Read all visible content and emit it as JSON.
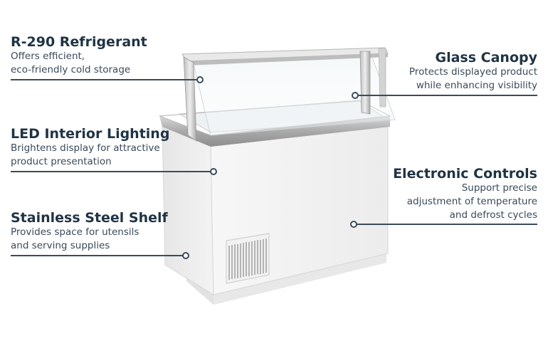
{
  "callouts": {
    "refrigerant": {
      "title": "R-290 Refrigerant",
      "desc": [
        "Offers efficient,",
        "eco-friendly cold storage"
      ]
    },
    "lighting": {
      "title": "LED Interior Lighting",
      "desc": [
        "Brightens display for attractive",
        "product presentation"
      ]
    },
    "shelf": {
      "title": "Stainless Steel Shelf",
      "desc": [
        "Provides space for utensils",
        "and serving supplies"
      ]
    },
    "canopy": {
      "title": "Glass Canopy",
      "desc": [
        "Protects displayed product",
        "while enhancing visibility"
      ]
    },
    "controls": {
      "title": "Electronic Controls",
      "desc": [
        "Support precise",
        "adjustment of temperature",
        "and defrost cycles"
      ]
    }
  },
  "colors": {
    "text_dark": "#1f3344",
    "line": "#3b4b5c"
  }
}
